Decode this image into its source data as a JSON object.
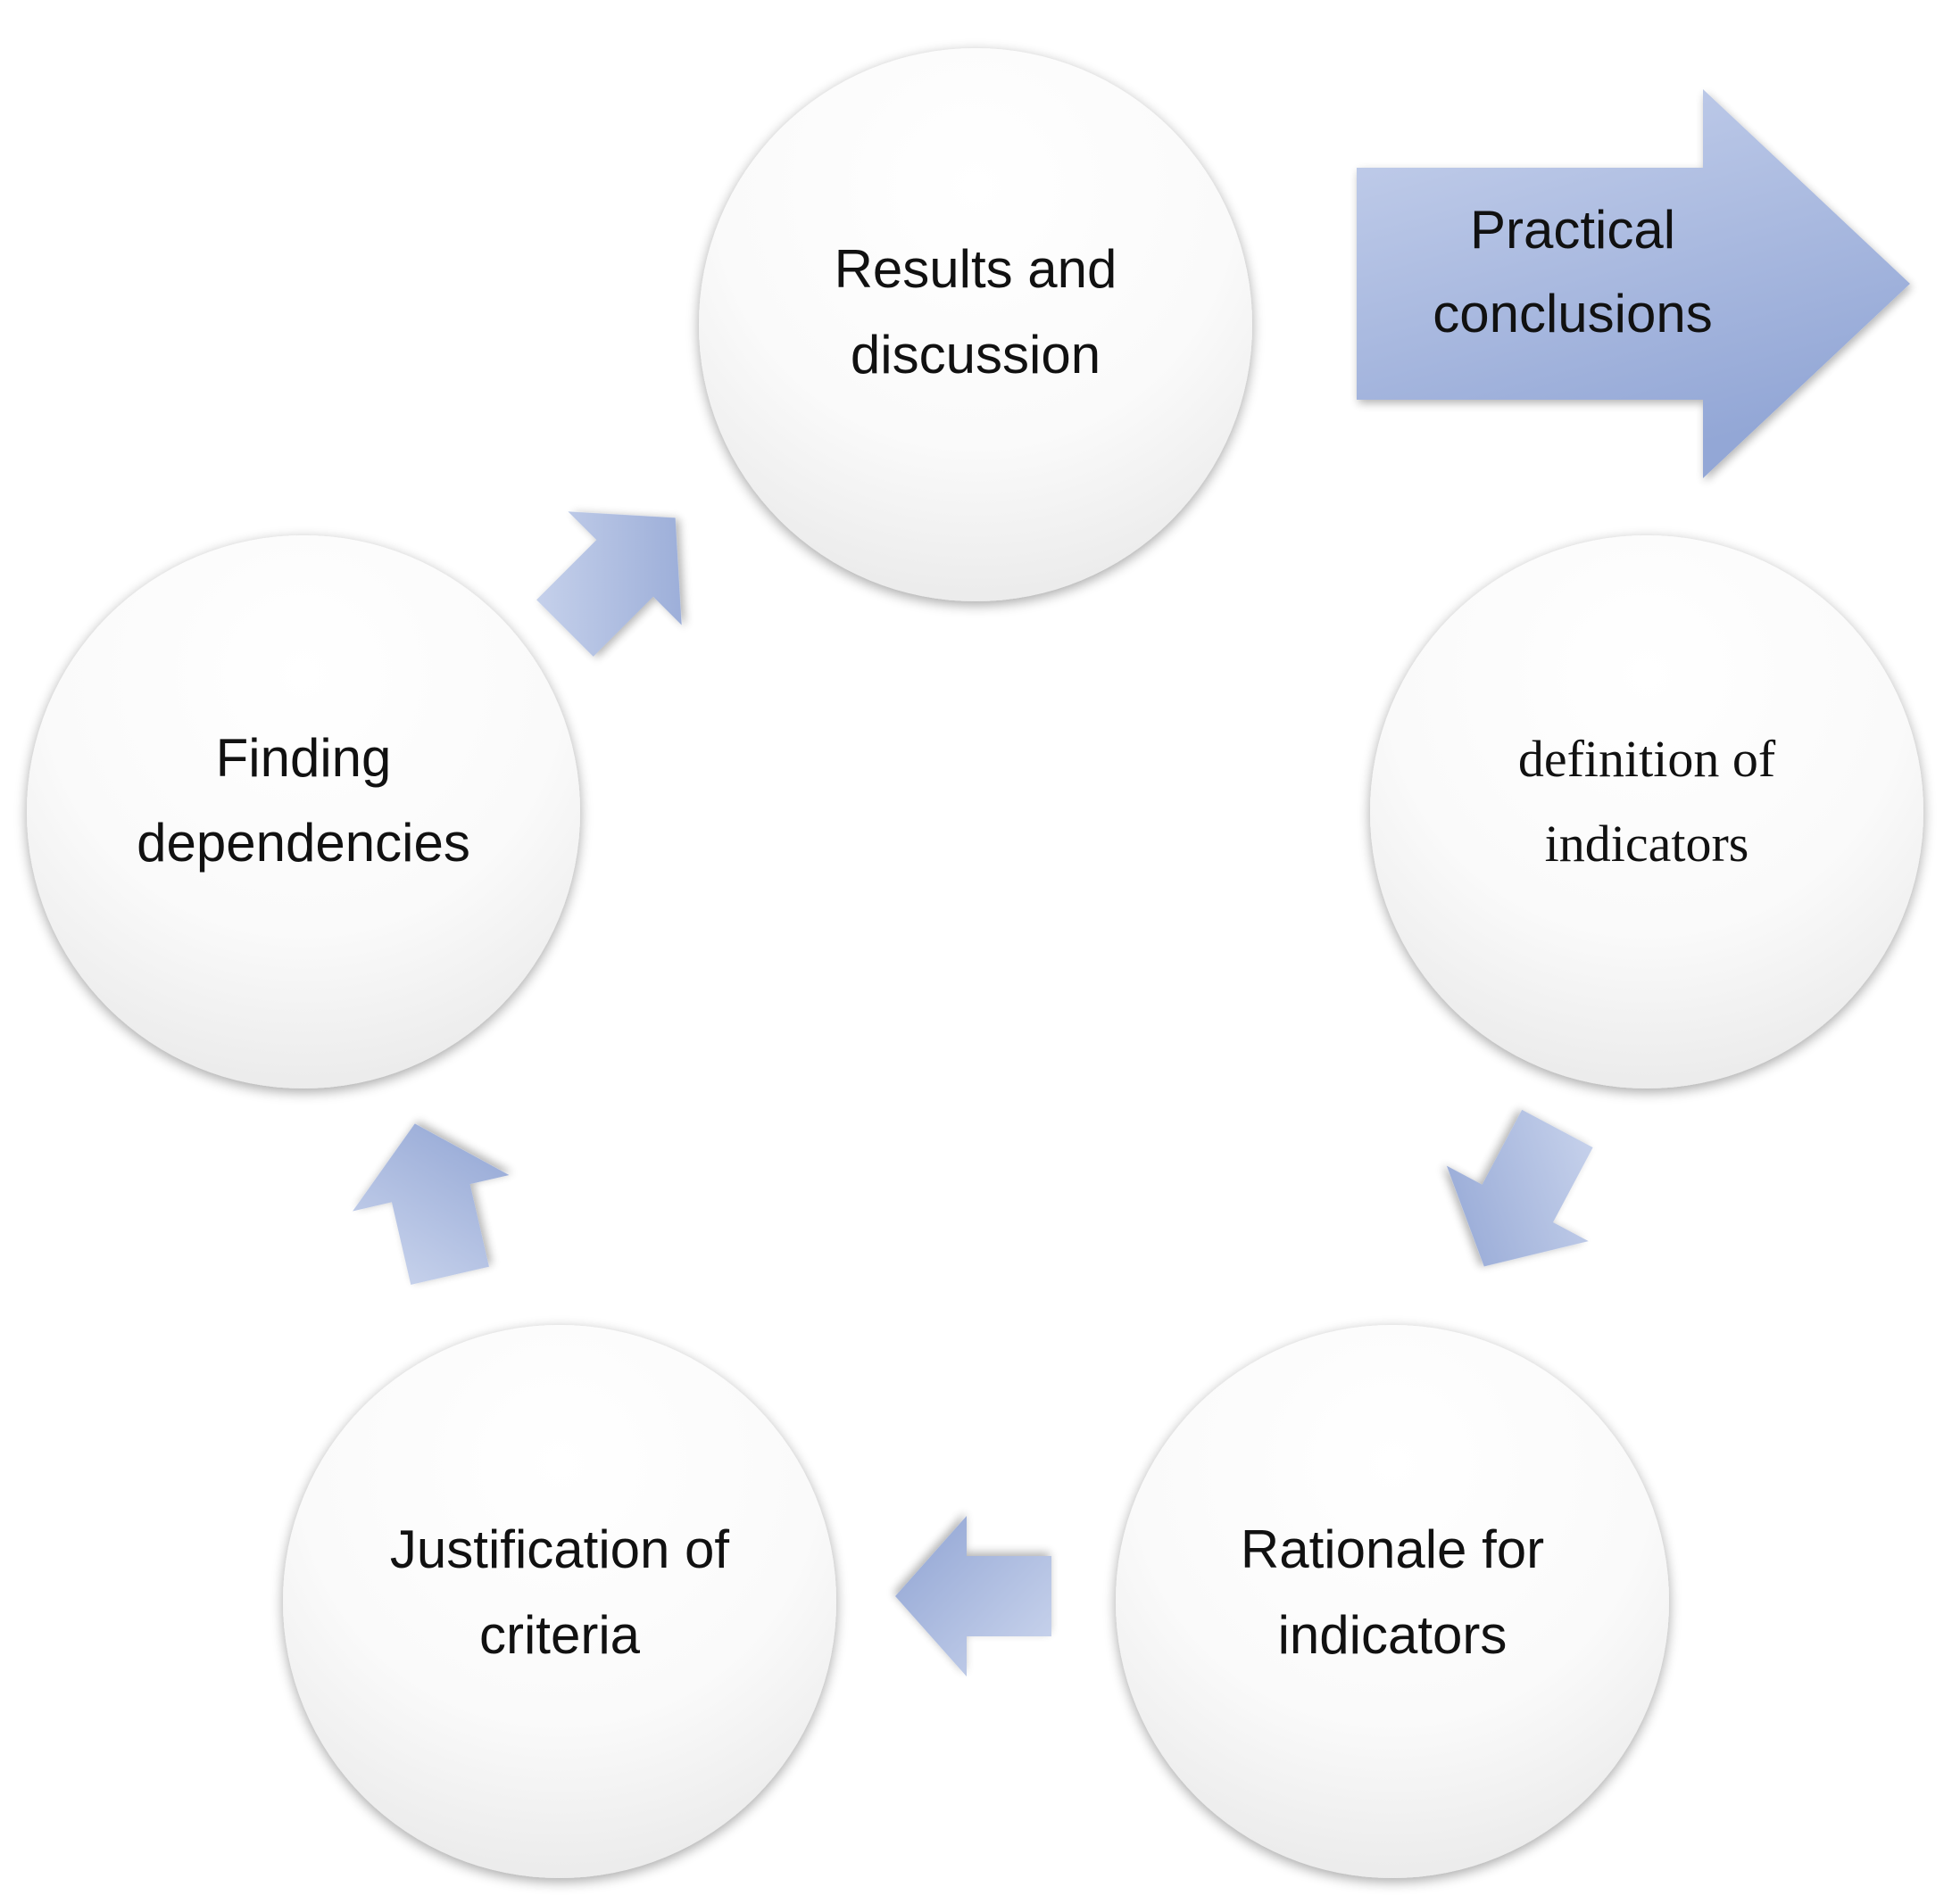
{
  "diagram": {
    "type": "cycle",
    "colors": {
      "arrow_light": "#c4cfe9",
      "arrow_dark": "#93a6d5",
      "circle_top": "#ffffff",
      "circle_bottom": "#e9e9e9",
      "text": "#111111"
    },
    "output": {
      "label_lines": [
        "Practical",
        "conclusions"
      ]
    },
    "nodes": [
      {
        "id": "results",
        "label_lines": [
          "Results and",
          "discussion"
        ]
      },
      {
        "id": "definition",
        "label_lines": [
          "definition of",
          "indicators"
        ]
      },
      {
        "id": "rationale",
        "label_lines": [
          "Rationale for",
          "indicators"
        ]
      },
      {
        "id": "justification",
        "label_lines": [
          "Justification of",
          "criteria"
        ]
      },
      {
        "id": "finding",
        "label_lines": [
          "Finding",
          "dependencies"
        ]
      }
    ],
    "connectors": [
      {
        "from": "definition",
        "to": "rationale",
        "icon": "arrow-icon"
      },
      {
        "from": "rationale",
        "to": "justification",
        "icon": "arrow-icon"
      },
      {
        "from": "justification",
        "to": "finding",
        "icon": "arrow-icon"
      },
      {
        "from": "finding",
        "to": "results",
        "icon": "arrow-icon"
      }
    ]
  }
}
